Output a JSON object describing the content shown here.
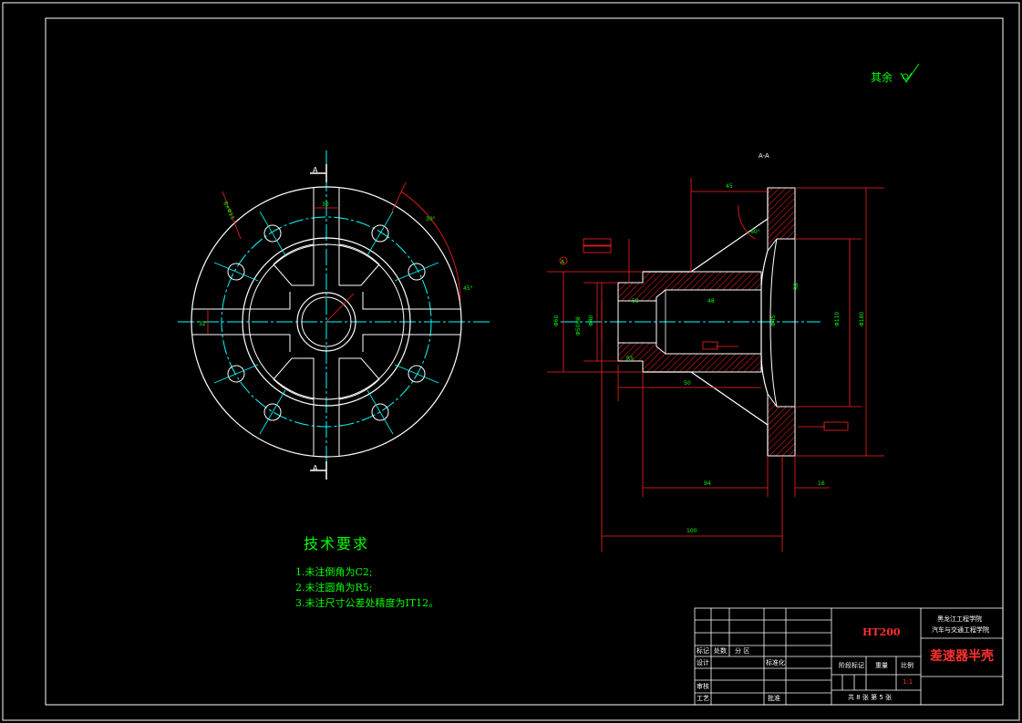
{
  "roughness_note": "其余",
  "section_label": "A-A",
  "section_mark_top": "A",
  "section_mark_bottom": "A",
  "tech_requirements": {
    "title": "技术要求",
    "items": [
      "1.未注倒角为C2;",
      "2.未注圆角为R5;",
      "3.未注尺寸公差处精度为IT12。"
    ]
  },
  "title_block": {
    "material": "HT200",
    "part_name": "差速器半壳",
    "school_line1": "黑龙江工程学院",
    "school_line2": "汽车与交通工程学院",
    "row_labels": {
      "mark": "标记",
      "count": "处数",
      "zone": "分 区",
      "design": "设计",
      "standardization": "标准化",
      "review": "审核",
      "process": "工艺",
      "approve": "批准",
      "stage_mark": "阶段标记",
      "weight": "重量",
      "scale": "比例"
    },
    "scale_value": "1:1",
    "sheets": "共 8 张  第 5 张"
  },
  "colors": {
    "outline": "#ffffff",
    "centerline": "#00ffff",
    "dimension": "#ff2020",
    "text": "#00ff00",
    "hatch": "#ff2020"
  }
}
